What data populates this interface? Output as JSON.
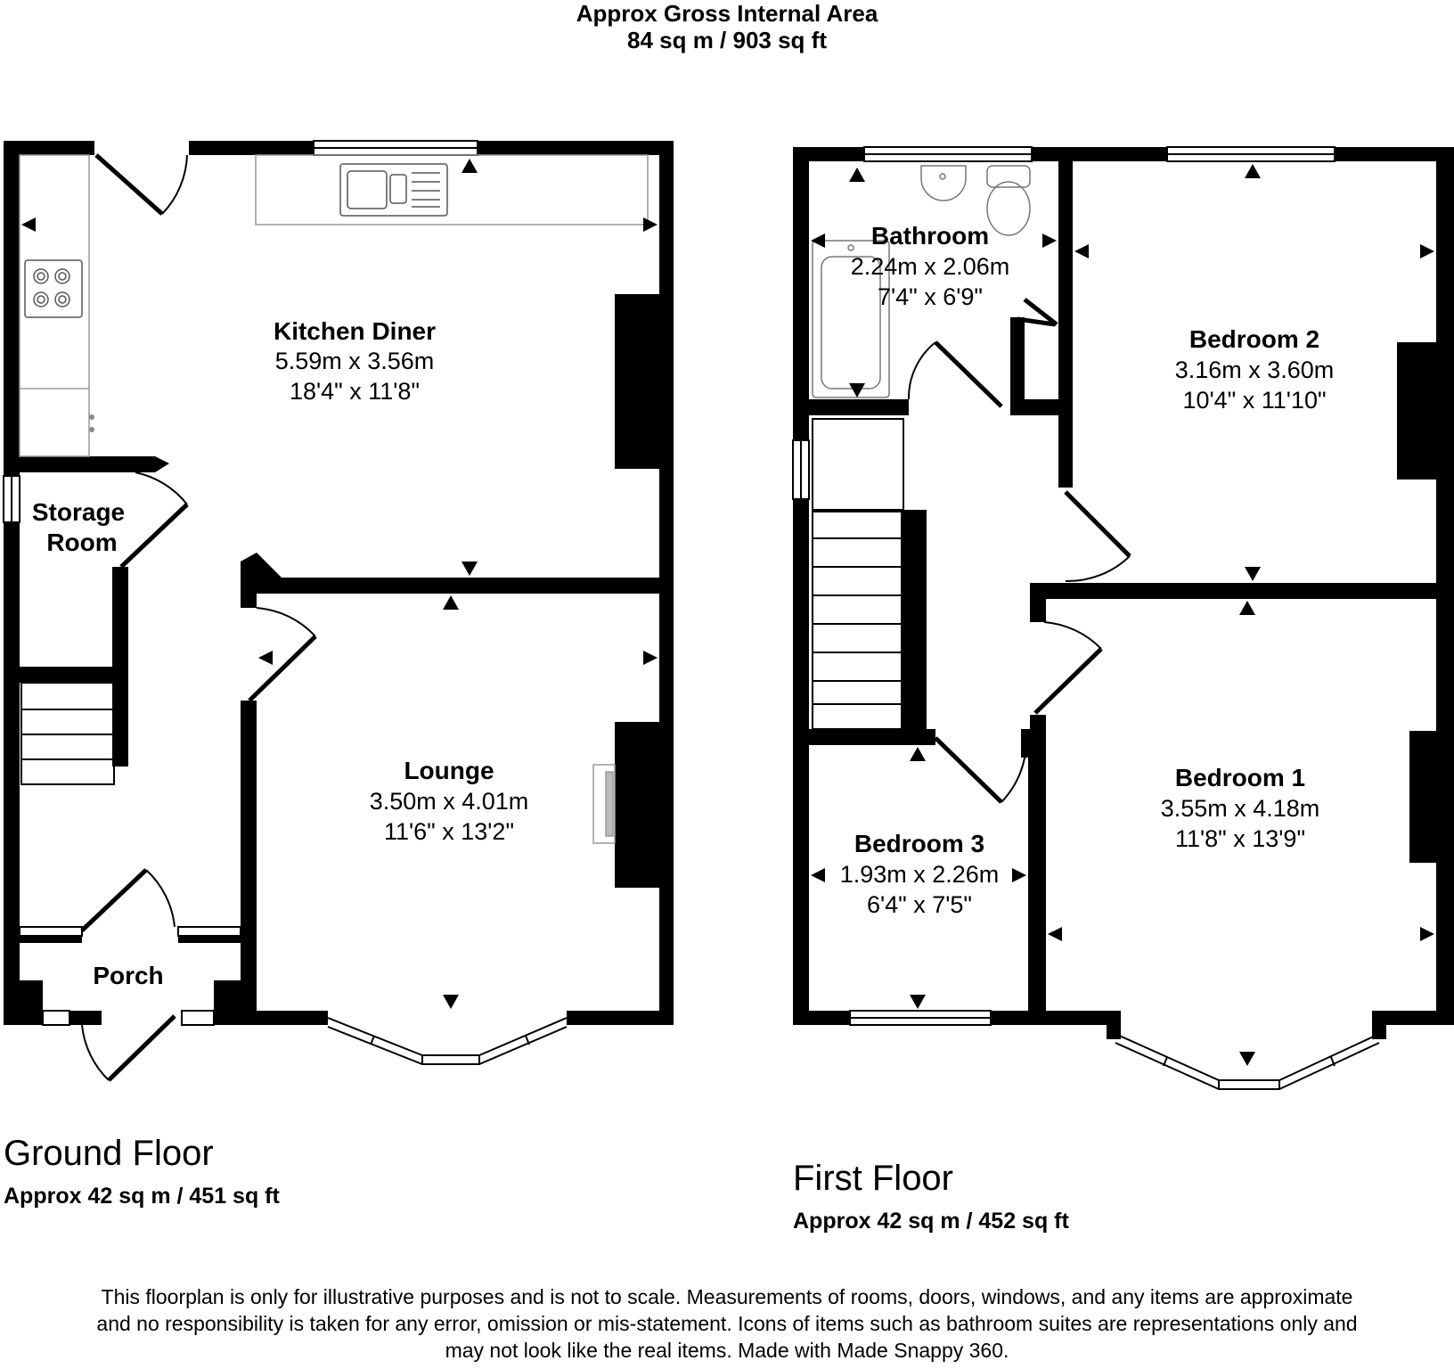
{
  "header": {
    "line1": "Approx Gross Internal Area",
    "line2": "84 sq m / 903 sq ft"
  },
  "ground_floor": {
    "title": "Ground Floor",
    "area": "Approx 42 sq m / 451 sq ft",
    "rooms": {
      "kitchen": {
        "name": "Kitchen Diner",
        "metric": "5.59m x 3.56m",
        "imperial": "18'4\" x 11'8\""
      },
      "storage": {
        "name_line1": "Storage",
        "name_line2": "Room"
      },
      "lounge": {
        "name": "Lounge",
        "metric": "3.50m x 4.01m",
        "imperial": "11'6\" x 13'2\""
      },
      "porch": {
        "name": "Porch"
      }
    }
  },
  "first_floor": {
    "title": "First Floor",
    "area": "Approx 42 sq m / 452 sq ft",
    "rooms": {
      "bathroom": {
        "name": "Bathroom",
        "metric": "2.24m x 2.06m",
        "imperial": "7'4\" x 6'9\""
      },
      "bedroom2": {
        "name": "Bedroom 2",
        "metric": "3.16m x 3.60m",
        "imperial": "10'4\" x 11'10\""
      },
      "bedroom1": {
        "name": "Bedroom 1",
        "metric": "3.55m x 4.18m",
        "imperial": "11'8\" x 13'9\""
      },
      "bedroom3": {
        "name": "Bedroom 3",
        "metric": "1.93m x 2.26m",
        "imperial": "6'4\" x 7'5\""
      }
    }
  },
  "disclaimer": {
    "line1": "This floorplan is only for illustrative purposes and is not to scale. Measurements of rooms, doors, windows, and any items are approximate",
    "line2": "and no responsibility is taken for any error, omission or mis-statement. Icons of items such as bathroom suites are representations only and",
    "line3": "may not look like the real items. Made with Made Snappy 360."
  },
  "colors": {
    "wall": "#000000",
    "background": "#ffffff",
    "fixture": "#888888"
  }
}
